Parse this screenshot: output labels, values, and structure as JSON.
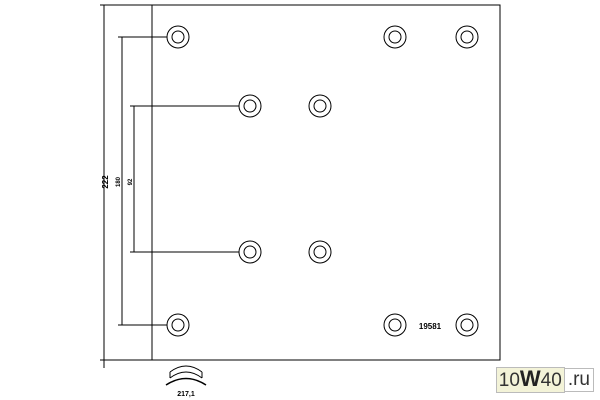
{
  "drawing": {
    "part_number": "19581",
    "dimensions": {
      "overall_height": "222",
      "outer_hole_spacing": "180",
      "inner_hole_spacing": "92",
      "arc_length": "217,1"
    },
    "hole_count": 10
  },
  "watermark": {
    "prefix": "10",
    "emphasis": "W",
    "suffix": "40",
    "tld": ".ru"
  }
}
